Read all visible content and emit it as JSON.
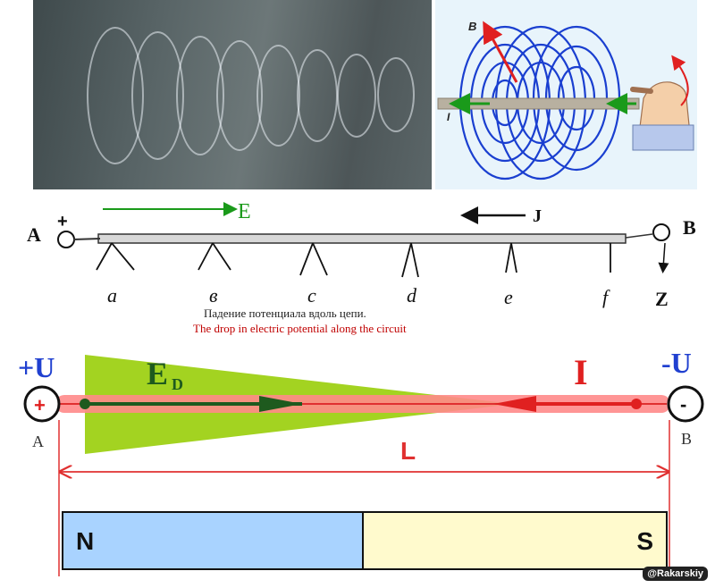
{
  "photo": {
    "description_icon": "coil-photo-icon"
  },
  "field": {
    "b_label": "B",
    "i_label": "I"
  },
  "sketch": {
    "a_label": "A",
    "b_label": "B",
    "plus": "+",
    "e_label": "E",
    "j_label": "J",
    "z_label": "Z",
    "points": [
      "a",
      "в",
      "c",
      "d",
      "e",
      "f"
    ],
    "caption_ru": "Падение потенциала вдоль цепи.",
    "caption_en": "The drop in electric potential along the circuit"
  },
  "circuit": {
    "plus_u": "+U",
    "minus_u": "-U",
    "plus_sign": "+",
    "minus_sign": "-",
    "a_label": "A",
    "b_label": "B",
    "ed_main": "E",
    "ed_sub": "D",
    "i_label": "I",
    "l_label": "L",
    "colors": {
      "wire": "#ff8a8a",
      "field_triangle": "#a3d321",
      "ed_arrow": "#1e5a1e",
      "current_arrow": "#e02020",
      "dimension": "#e03030"
    }
  },
  "magnet": {
    "n_label": "N",
    "s_label": "S",
    "n_color": "#a9d3ff",
    "s_color": "#fffacd"
  },
  "watermark": "@Rakarskiy"
}
